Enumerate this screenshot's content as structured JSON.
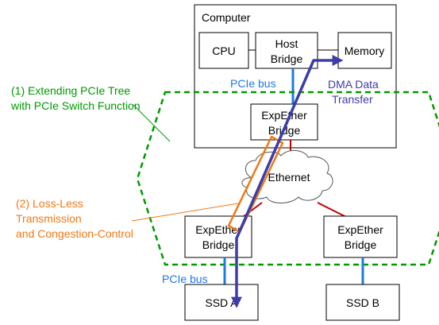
{
  "computer": {
    "title": "Computer",
    "cpu_label": "CPU",
    "host_bridge_line1": "Host",
    "host_bridge_line2": "Bridge",
    "memory_label": "Memory"
  },
  "expether_bridge": {
    "line1": "ExpEther",
    "line2": "Bridge"
  },
  "ethernet_label": "Ethernet",
  "pcie_bus_label": "PCIe bus",
  "dma_transfer": {
    "line1": "DMA Data",
    "line2": "Transfer"
  },
  "annotation_switch": {
    "line1": "(1) Extending PCIe Tree",
    "line2": "with PCIe Switch Function"
  },
  "annotation_lossless": {
    "line1": "(2) Loss-Less",
    "line2": "Transmission",
    "line3": "and Congestion-Control"
  },
  "ssd_a_label": "SSD A",
  "ssd_b_label": "SSD B",
  "colors": {
    "pcie_bus": "#1e78e6",
    "dma_path": "#3c3caa",
    "switch_annotation": "#009900",
    "lossless_annotation": "#f07814",
    "ethernet_link": "#c00000"
  }
}
